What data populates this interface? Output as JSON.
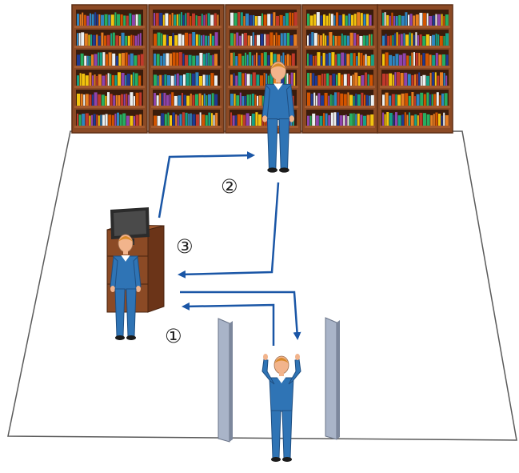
{
  "diagram": {
    "steps": [
      {
        "id": "step-1",
        "label": "①"
      },
      {
        "id": "step-2",
        "label": "②"
      },
      {
        "id": "step-3",
        "label": "③"
      }
    ],
    "colors": {
      "arrow": "#1a56a6",
      "floor": "#ffffff",
      "floor_edge": "#5a5a5a",
      "shelf_wood": "#8b4a25",
      "shelf_wood_dark": "#5e2f15",
      "uniform": "#2f74b5",
      "uniform_dark": "#1f4f82",
      "skin": "#f2b48c",
      "hair": "#d98a2a",
      "gate": "#a9b4c8",
      "desk": "#8b4a25",
      "monitor": "#2b2b2b"
    },
    "icons": {
      "person": "person-figure",
      "gate": "security-gate-panel",
      "desk": "circulation-desk",
      "monitor": "computer-monitor",
      "bookshelf": "bookshelf-unit"
    }
  }
}
